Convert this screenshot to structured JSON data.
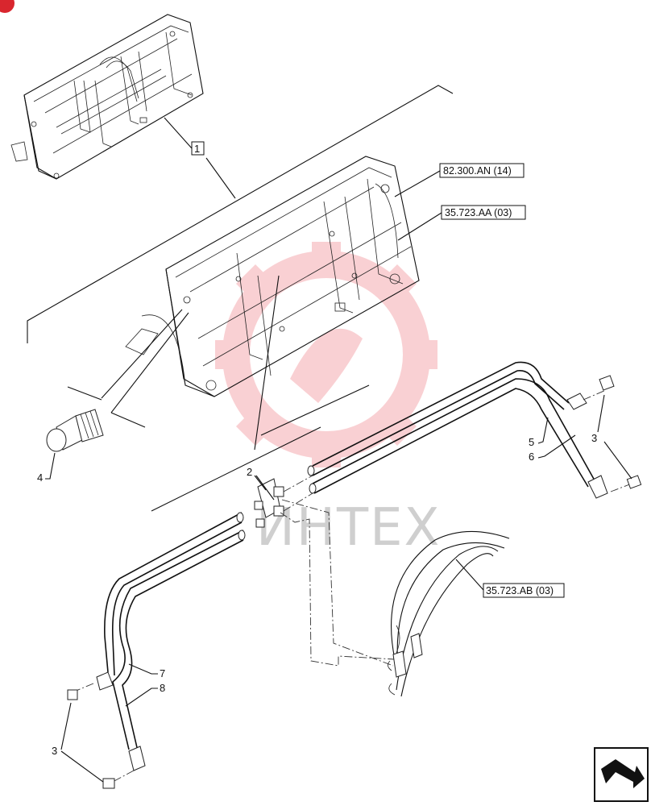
{
  "callouts": {
    "c1": "1",
    "c2": "2",
    "c3a": "3",
    "c3b": "3",
    "c4": "4",
    "c5": "5",
    "c6": "6",
    "c7": "7",
    "c8": "8"
  },
  "refs": {
    "r1": "82.300.AN (14)",
    "r2": "35.723.AA (03)",
    "r3": "35.723.AB (03)"
  },
  "watermark": {
    "text": "ИНТЕХ",
    "color": "#e8303a"
  },
  "nav_icon": "next-page-arrow-icon"
}
